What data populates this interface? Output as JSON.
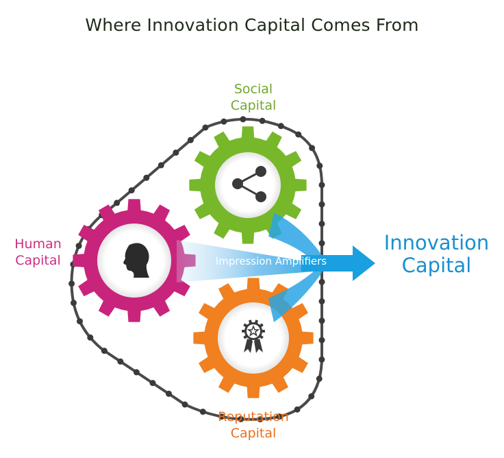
{
  "title": "Where Innovation Capital Comes From",
  "gears": {
    "social": {
      "line1": "Social",
      "line2": "Capital",
      "color": "#76b82a",
      "icon": "share-icon"
    },
    "human": {
      "line1": "Human",
      "line2": "Capital",
      "color": "#c8247c",
      "icon": "head-silhouette-icon"
    },
    "reputation": {
      "line1": "Reputation",
      "line2": "Capital",
      "color": "#f08020",
      "icon": "award-ribbon-icon"
    }
  },
  "amplifier_label": "Impression Amplifiers",
  "output": {
    "line1": "Innovation",
    "line2": "Capital",
    "color": "#1a9fe0"
  }
}
